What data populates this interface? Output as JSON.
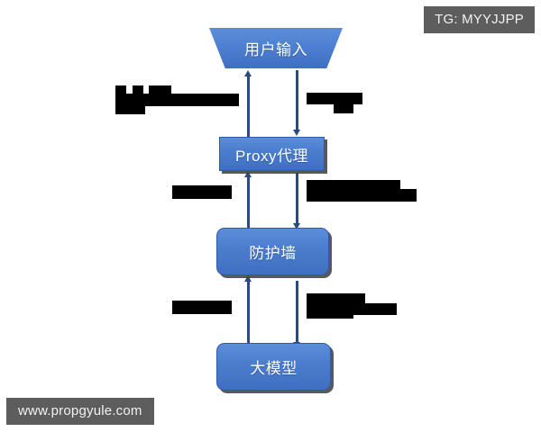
{
  "watermarks": {
    "telegram_badge": "TG: MYYJJPP",
    "site_badge": "www.propgyule.com"
  },
  "diagram": {
    "type": "flowchart",
    "orientation": "vertical",
    "nodes": [
      {
        "id": "user-input",
        "label": "用户输入",
        "shape": "inverted-trapezoid"
      },
      {
        "id": "proxy",
        "label": "Proxy代理",
        "shape": "rectangle"
      },
      {
        "id": "firewall",
        "label": "防护墙",
        "shape": "rounded-rectangle"
      },
      {
        "id": "llm",
        "label": "大模型",
        "shape": "rounded-rectangle"
      }
    ],
    "edges": [
      {
        "from": "proxy",
        "to": "user-input",
        "direction": "up",
        "label": ""
      },
      {
        "from": "user-input",
        "to": "proxy",
        "direction": "down",
        "label": ""
      },
      {
        "from": "firewall",
        "to": "proxy",
        "direction": "up",
        "label": ""
      },
      {
        "from": "proxy",
        "to": "firewall",
        "direction": "down",
        "label": ""
      },
      {
        "from": "llm",
        "to": "firewall",
        "direction": "up",
        "label": ""
      },
      {
        "from": "firewall",
        "to": "llm",
        "direction": "down",
        "label": ""
      }
    ],
    "edge_labels_redacted": true,
    "colors": {
      "node_fill_top": "#5b8ddb",
      "node_fill_bottom": "#3f6fc0",
      "node_border": "#2e5aa8",
      "node_text": "#ffffff",
      "connector": "#2b4a7d",
      "shadow": "#3c3c3c",
      "redaction": "#000000",
      "watermark_bg": "#5d5d5d",
      "watermark_text": "#f2f2f2",
      "background": "#ffffff"
    }
  }
}
